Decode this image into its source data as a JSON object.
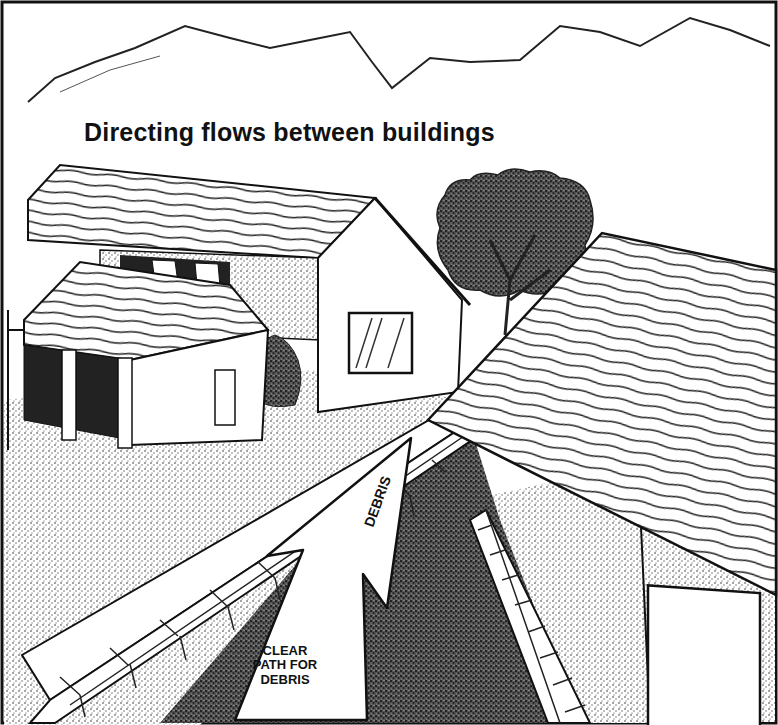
{
  "diagram": {
    "title": "Directing flows between buildings",
    "nodes": [
      {
        "text": [
          "DEBRIS",
          "CLEAR PATH FOR DEBRIS"
        ]
      }
    ]
  }
}
